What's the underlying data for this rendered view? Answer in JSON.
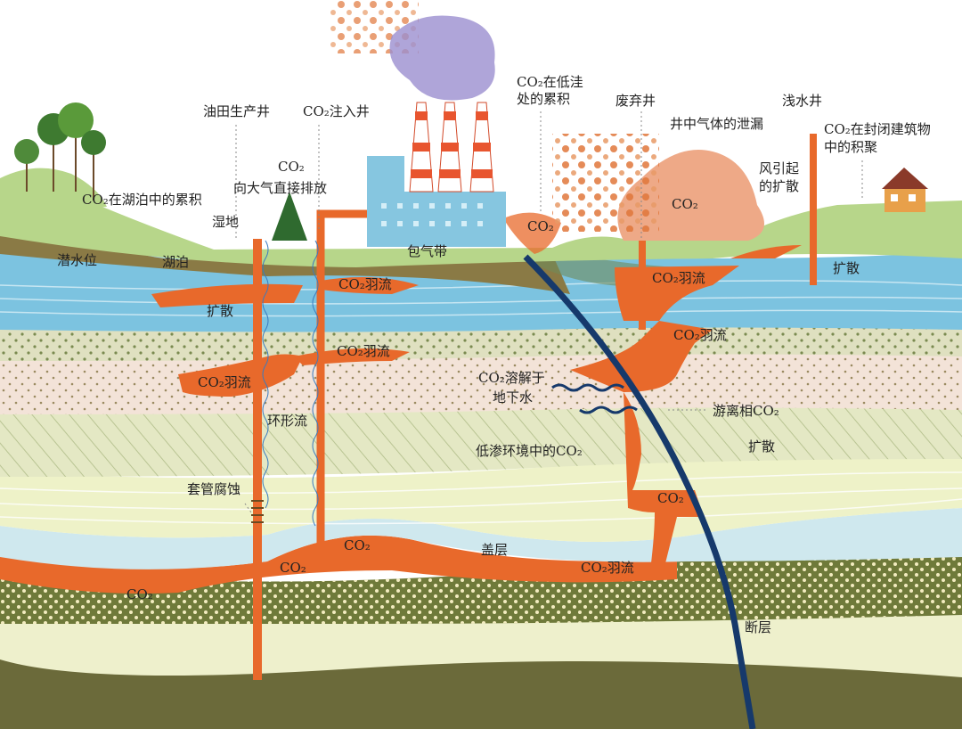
{
  "colors": {
    "co2_orange": "#e8692b",
    "groundwater_blue": "#7cc3e0",
    "fault_navy": "#16396b",
    "factory_blue": "#86c6e0",
    "bedrock_olive": "#6b6a3a"
  },
  "wells": {
    "production": "油田生产井",
    "injection": "CO₂注入井",
    "abandoned": "废弃井",
    "shallow": "浅水井"
  },
  "surface": {
    "lake_accumulation": "CO₂在湖泊中的累积",
    "wetland": "湿地",
    "direct_emission_co2": "CO₂",
    "direct_emission": "向大气直接排放",
    "water_table": "潜水位",
    "lake": "湖泊",
    "vadose_zone": "包气带",
    "lowland_accumulation_1": "CO₂在低洼",
    "lowland_accumulation_2": "处的累积",
    "lowland_co2": "CO₂",
    "well_leak": "井中气体的泄漏",
    "cloud_co2": "CO₂",
    "wind_diffusion_1": "风引起",
    "wind_diffusion_2": "的扩散",
    "building_accumulation_1": "CO₂在封闭建筑物",
    "building_accumulation_2": "中的积聚"
  },
  "subsurface": {
    "diffusion_lake": "扩散",
    "diffusion_shallow": "扩散",
    "diffusion_deep": "扩散",
    "plume_1": "CO₂羽流",
    "plume_2": "CO₂羽流",
    "plume_3": "CO₂羽流",
    "plume_4": "CO₂羽流",
    "plume_5": "CO₂羽流",
    "plume_6": "CO₂羽流",
    "dissolved_1": "CO₂溶解于",
    "dissolved_2": "地下水",
    "free_phase": "游离相CO₂",
    "annular_flow": "环形流",
    "low_perm": "低渗环境中的CO₂",
    "casing_corrosion": "套管腐蚀",
    "co2_fault": "CO₂",
    "co2_reservoir_a": "CO₂",
    "co2_reservoir_b": "CO₂",
    "co2_reservoir_c": "CO₂",
    "caprock": "盖层",
    "fault": "断层"
  }
}
